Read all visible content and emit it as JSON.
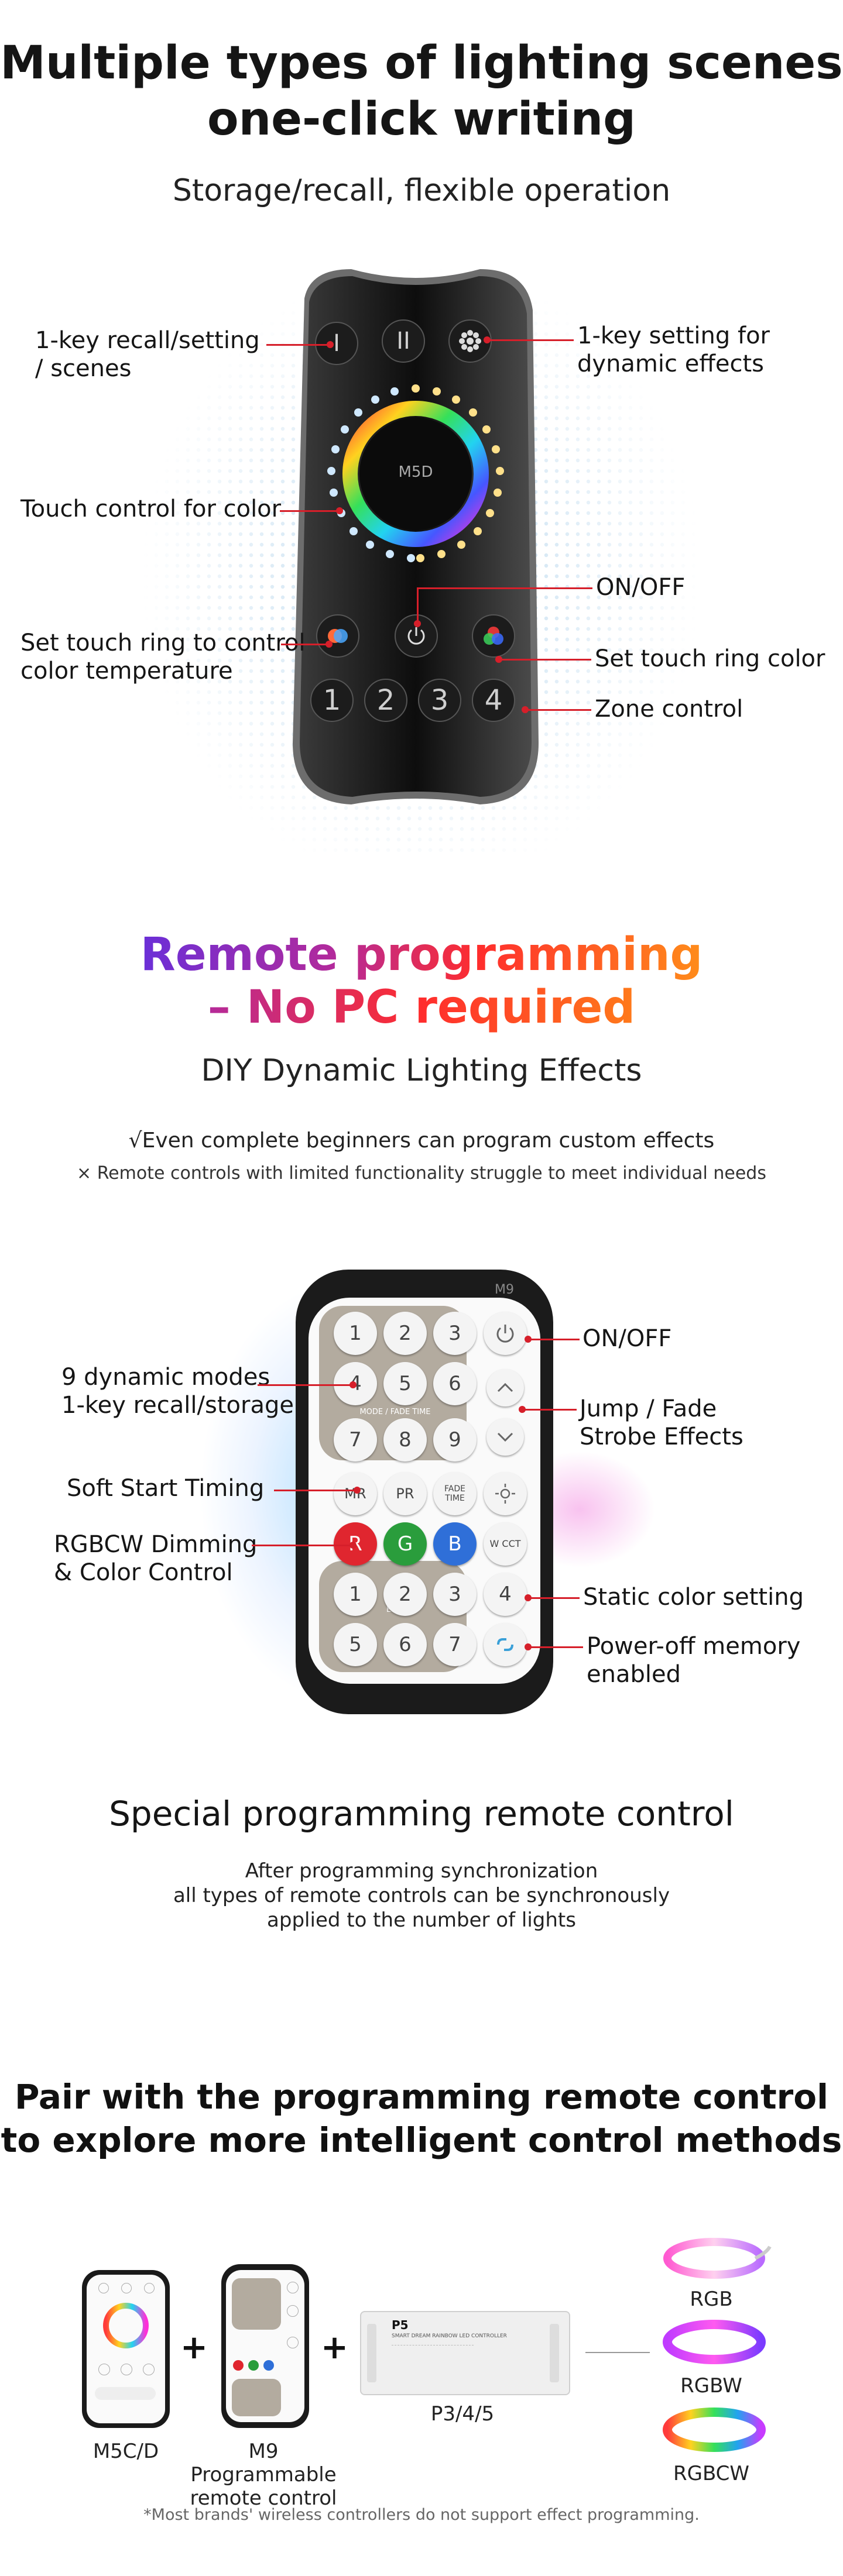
{
  "section1": {
    "title_line1": "Multiple types of lighting scenes",
    "title_line2": "one-click writing",
    "subtitle": "Storage/recall, flexible operation",
    "remote_label": "M5D",
    "keys": [
      "1",
      "2",
      "3",
      "4"
    ],
    "scene_keys": [
      "I",
      "II"
    ],
    "callouts": {
      "recall": "1-key recall/setting\n/ scenes",
      "dynamic": "1-key setting for\ndynamic effects",
      "touch": "Touch control for color",
      "onoff": "ON/OFF",
      "colortemp": "Set touch ring to control\ncolor temperature",
      "ringcolor": "Set touch ring color",
      "zone": "Zone control"
    }
  },
  "section2": {
    "title_line1": "Remote programming",
    "title_line2": "– No PC required",
    "subtitle": "DIY Dynamic Lighting Effects",
    "point1": "√Even complete beginners can program custom effects",
    "point2": "× Remote controls with limited functionality struggle to meet individual needs",
    "remote_model": "M9",
    "mode_caption": "MODE / FADE TIME",
    "edit_caption": "EDIT",
    "top_keys": [
      "2",
      "3",
      "4",
      "5",
      "6",
      "7",
      "8",
      "9"
    ],
    "mr_key": "MR",
    "pr_key": "PR",
    "fade_key": "FADE TIME",
    "rgb_keys": [
      "R",
      "G",
      "B"
    ],
    "wcct_key": "W CCT",
    "bottom_keys": [
      "1",
      "2",
      "3",
      "4",
      "5",
      "6",
      "7"
    ],
    "callouts": {
      "onoff": "ON/OFF",
      "modes": "9 dynamic modes\n1-key recall/storage",
      "jump": "Jump / Fade\nStrobe Effects",
      "soft": "Soft Start Timing",
      "rgbcw": "RGBCW Dimming\n& Color Control",
      "static": "Static color setting",
      "memory": "Power-off memory\nenabled"
    },
    "bottom_title": "Special programming remote control",
    "desc_line1": "After programming synchronization",
    "desc_line2": "all types of remote controls can be synchronously",
    "desc_line3": "applied to the number of lights"
  },
  "section3": {
    "title_line1": "Pair with the programming remote control",
    "title_line2": "to explore more intelligent control methods",
    "plus": "+",
    "m5_caption": "M5C/D",
    "m9_caption": "M9 Programmable\nremote control",
    "controller_caption": "P3/4/5",
    "controller_label": "P5",
    "controller_sub": "SMART DREAM RAINBOW LED CONTROLLER",
    "strips": [
      "RGB",
      "RGBW",
      "RGBCW"
    ],
    "footnote": "*Most brands' wireless controllers do not support effect programming."
  },
  "colors": {
    "accent_red": "#d61f2a",
    "blue_key": "#2f6fd8",
    "green_key": "#2a9d3c",
    "red_key": "#e0262f"
  }
}
